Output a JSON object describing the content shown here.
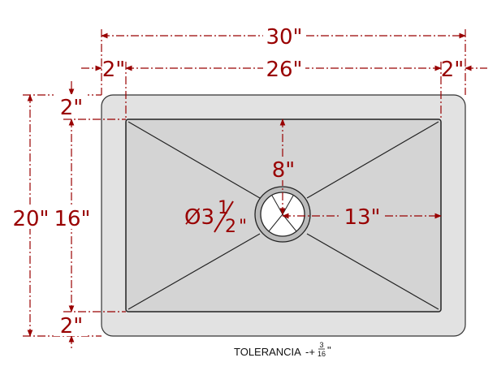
{
  "colors": {
    "dimension": "#990000",
    "sink_outer": "#e2e2e2",
    "sink_inner": "#d4d4d4",
    "outline": "#222222",
    "drain": "#bbbbbb"
  },
  "dimensions": {
    "overall_width": "30\"",
    "inner_width": "26\"",
    "left_rim": "2\"",
    "right_rim": "2\"",
    "top_rim": "2\"",
    "bottom_rim": "2\"",
    "overall_depth": "20\"",
    "inner_depth": "16\"",
    "drain_offset_vertical": "8\"",
    "drain_offset_horizontal": "13\"",
    "drain_diameter_prefix": "Ø3",
    "drain_diameter_num": "1",
    "drain_diameter_den": "2",
    "drain_diameter_unit": "\""
  },
  "tolerance": {
    "label": "TOLERANCIA",
    "sign": "-+",
    "num": "3",
    "den": "16",
    "unit": "\""
  }
}
